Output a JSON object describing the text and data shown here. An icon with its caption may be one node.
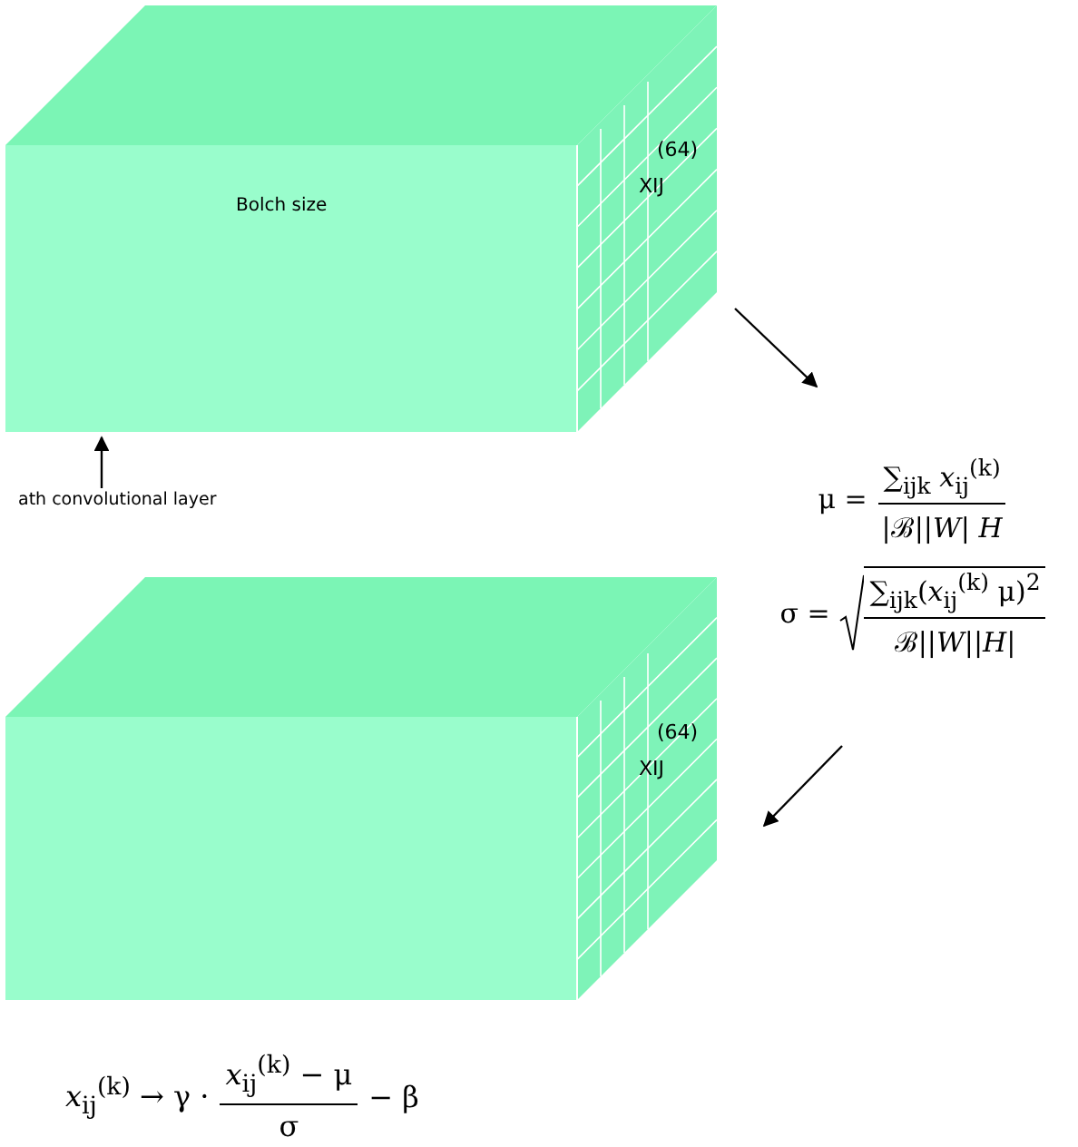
{
  "diagram": {
    "nodes": [
      {
        "text": [
          "Bolch size",
          "(64)",
          "XIJ"
        ]
      },
      {
        "text": [
          "ath convolutional layer"
        ]
      },
      {
        "text": [
          "μ =",
          "∑$_{ijk}$ *x*$_{ij}$$^{(k)}$",
          "|ℬ||*W*| *H*",
          "σ =",
          "∑$_{ijk}$(*x*$_{ij}$$^{(k)}$   μ)$^{2}$",
          "ℬ||*W*||*H*|"
        ]
      },
      {
        "text": [
          "(64)",
          "XIJ"
        ]
      }
    ],
    "edges": [
      {
        "from": 1,
        "to": 0,
        "arrow": "to"
      },
      {
        "from": 0,
        "to": 2,
        "arrow": "to"
      },
      {
        "from": 2,
        "to": 3,
        "arrow": "to"
      }
    ],
    "labels": [
      "*x*$_{ij}$$^{(k)}$ → γ ·",
      "*x*$_{ij}$$^{(k)}$ − μ",
      "σ",
      "− β"
    ]
  }
}
